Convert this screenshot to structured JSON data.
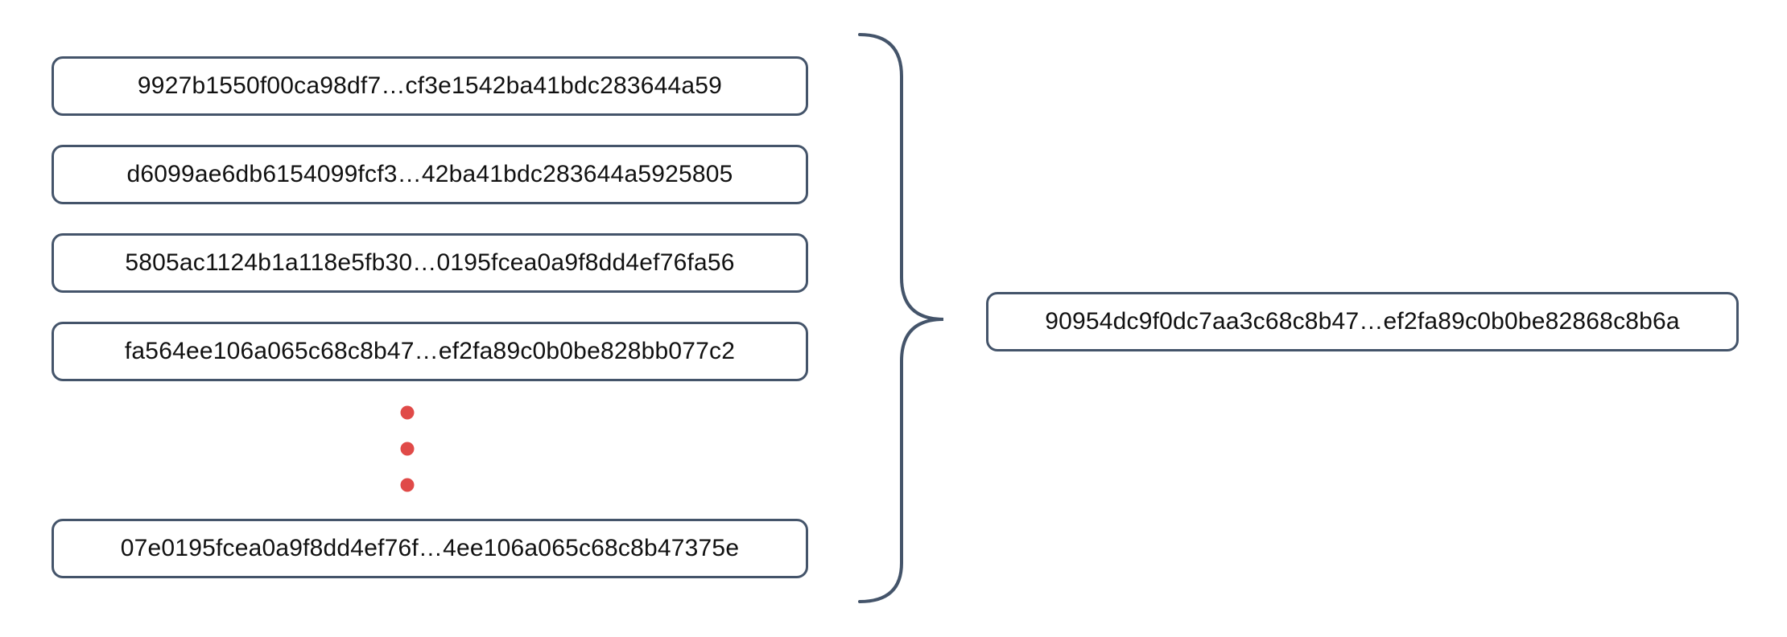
{
  "hashes": {
    "inputs": [
      "9927b1550f00ca98df7…cf3e1542ba41bdc283644a59",
      "d6099ae6db6154099fcf3…42ba41bdc283644a5925805",
      "5805ac1124b1a118e5fb30…0195fcea0a9f8dd4ef76fa56",
      "fa564ee106a065c68c8b47…ef2fa89c0b0be828bb077c2",
      "07e0195fcea0a9f8dd4ef76f…4ee106a065c68c8b47375e"
    ],
    "output": "90954dc9f0dc7aa3c68c8b47…ef2fa89c0b0be82868c8b6a"
  },
  "colors": {
    "border": "#44546a",
    "brace": "#44546a",
    "dots": "#e04a48",
    "text": "#111111",
    "background": "#ffffff"
  }
}
